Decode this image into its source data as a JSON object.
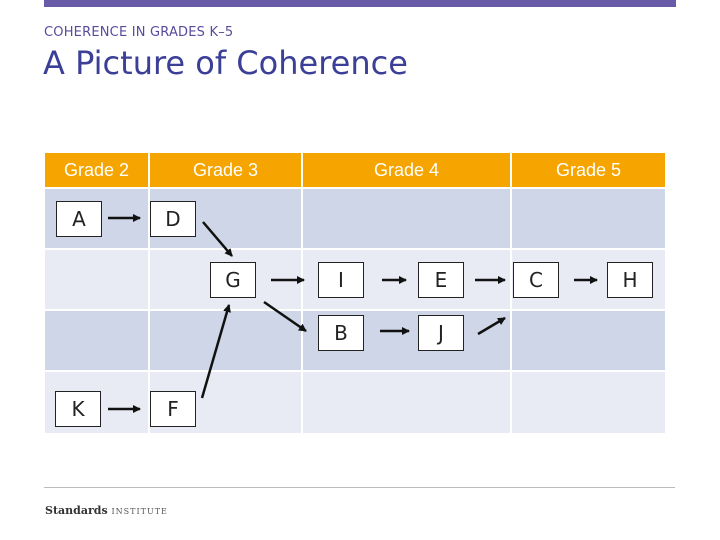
{
  "header": {
    "eyebrow": "COHERENCE IN GRADES K–5",
    "title": "A Picture of Coherence"
  },
  "table": {
    "columns": [
      "Grade 2",
      "Grade 3",
      "Grade 4",
      "Grade 5"
    ]
  },
  "nodes": {
    "A": "A",
    "D": "D",
    "G": "G",
    "I": "I",
    "E": "E",
    "C": "C",
    "H": "H",
    "B": "B",
    "J": "J",
    "K": "K",
    "F": "F"
  },
  "edges": [
    [
      "A",
      "D"
    ],
    [
      "D",
      "G"
    ],
    [
      "G",
      "I"
    ],
    [
      "I",
      "E"
    ],
    [
      "E",
      "C"
    ],
    [
      "C",
      "H"
    ],
    [
      "G",
      "B"
    ],
    [
      "B",
      "J"
    ],
    [
      "J",
      "Grade 5"
    ],
    [
      "K",
      "F"
    ],
    [
      "F",
      "G"
    ]
  ],
  "footer": {
    "brand": "Standards",
    "brand_sub": "INSTITUTE"
  },
  "colors": {
    "accent_bar": "#6a5ba8",
    "header_fill": "#f5a400",
    "row_band": "#cfd6e7",
    "row_plain": "#e8ebf3",
    "title": "#3b3f97"
  }
}
